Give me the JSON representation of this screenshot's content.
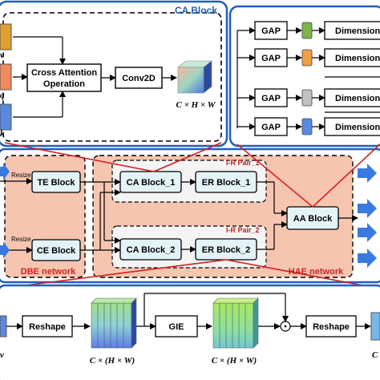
{
  "ca_panel": {
    "title": "CA Block",
    "left_labels": [
      "v",
      "q",
      "k"
    ],
    "cross_attention": [
      "Cross Attention",
      "Operation"
    ],
    "conv": "Conv2D",
    "dim": "C × H × W"
  },
  "aa_panel": {
    "rows": [
      {
        "gap": "GAP",
        "dim": "Dimension",
        "color": "#7ab648"
      },
      {
        "gap": "GAP",
        "dim": "Dimension",
        "color": "#f0a040"
      },
      {
        "gap": "GAP",
        "dim": "Dimension",
        "color": "#c0c0c0"
      },
      {
        "gap": "GAP",
        "dim": "Dimension",
        "color": "#5a8ae0"
      }
    ]
  },
  "dbe": {
    "title": "DBE network",
    "resize1": "Resize",
    "resize2": "Resize",
    "te": "TE Block",
    "ce": "CE Block"
  },
  "hae": {
    "title": "HAE network",
    "pair1": "I-R Pair_1",
    "pair2": "I-R Pair_2",
    "ca1": "CA Block_1",
    "er1": "ER Block_1",
    "ca2": "CA Block_2",
    "er2": "ER Block_2",
    "aa": "AA Block"
  },
  "bottom": {
    "reshape1": "Reshape",
    "gie": "GIE",
    "reshape2": "Reshape",
    "dim1": "C × (H × W)",
    "dim2": "C × (H × W)",
    "left_edge": "v",
    "right_edge": "C"
  },
  "colors": {
    "blue_frame": "#1f5fbf",
    "salmon": "#f6c5b0",
    "red_line": "#d42020",
    "box_fill": "#e3f3f7",
    "arrow_blue": "#3a7ae0"
  }
}
